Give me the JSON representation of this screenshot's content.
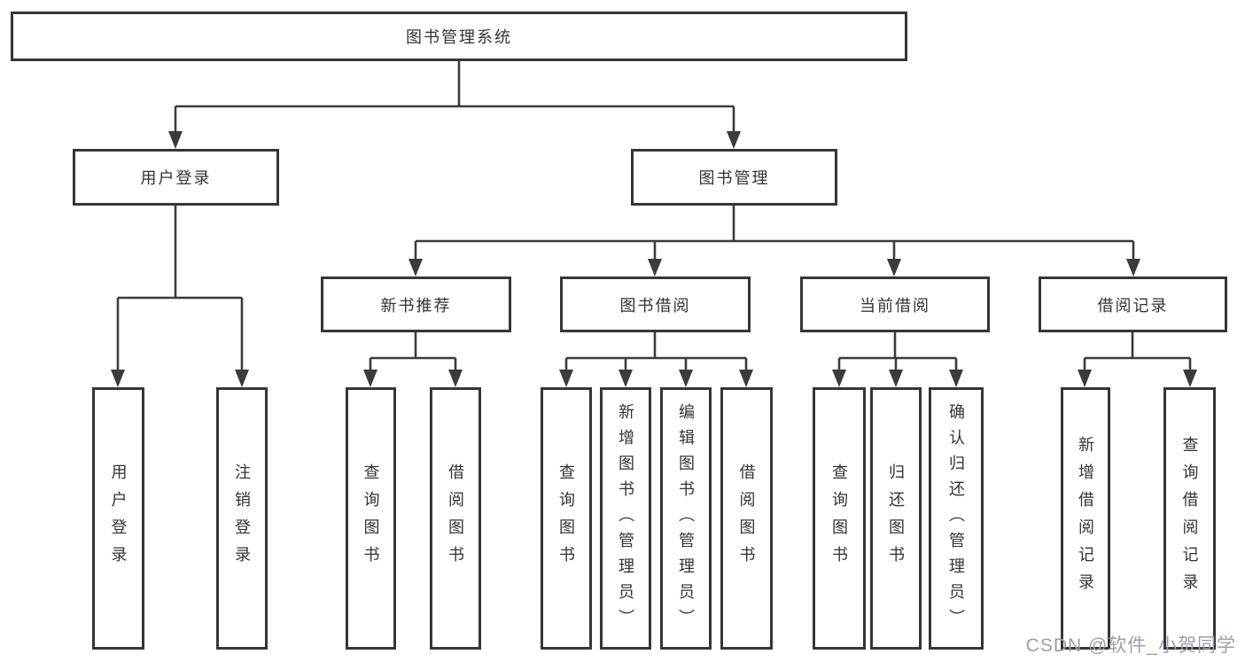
{
  "diagram_type": "functional-structure-tree",
  "colors": {
    "background": "#ffffff",
    "line": "#3b3b3b",
    "box_border": "#363636",
    "text": "#333333",
    "watermark": "#9aa0aa"
  },
  "tree": {
    "label": "图书管理系统",
    "children": [
      {
        "label": "用户登录",
        "children": [
          {
            "label": "用户登录"
          },
          {
            "label": "注销登录"
          }
        ]
      },
      {
        "label": "图书管理",
        "children": [
          {
            "label": "新书推荐",
            "children": [
              {
                "label": "查询图书"
              },
              {
                "label": "借阅图书"
              }
            ]
          },
          {
            "label": "图书借阅",
            "children": [
              {
                "label": "查询图书"
              },
              {
                "label": "新增图书（管理员）"
              },
              {
                "label": "编辑图书（管理员）"
              },
              {
                "label": "借阅图书"
              }
            ]
          },
          {
            "label": "当前借阅",
            "children": [
              {
                "label": "查询图书"
              },
              {
                "label": "归还图书"
              },
              {
                "label": "确认归还（管理员）"
              }
            ]
          },
          {
            "label": "借阅记录",
            "children": [
              {
                "label": "新增借阅记录"
              },
              {
                "label": "查询借阅记录"
              }
            ]
          }
        ]
      }
    ]
  },
  "watermark": {
    "text": "CSDN @软件_小贺同学"
  }
}
